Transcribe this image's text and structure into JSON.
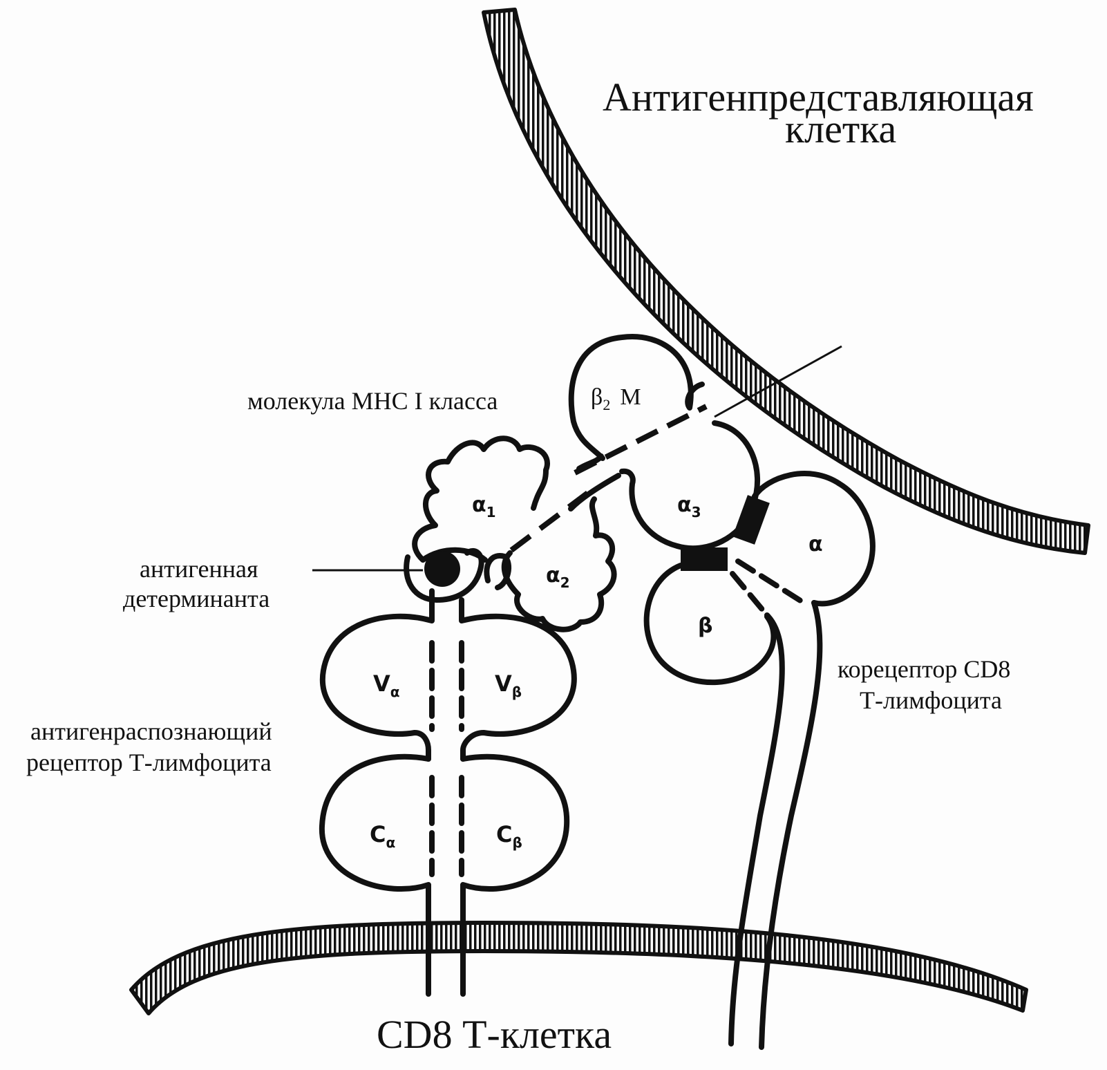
{
  "cells": {
    "apc_title_line1": "Антигенпредставляющая",
    "apc_title_line2": "клетка",
    "tcell_title": "CD8 Т-клетка"
  },
  "labels": {
    "mhc_molecule": "молекула МНС I класса",
    "antigen_line1": "антигенная",
    "antigen_line2": "детерминанта",
    "tcr_line1": "антигенраспознающий",
    "tcr_line2": "рецептор Т-лимфоцита",
    "cd8_line1": "корецептор CD8",
    "cd8_line2": "Т-лимфоцита"
  },
  "domains": {
    "b2m_main": "β",
    "b2m_sub": "2",
    "b2m_suffix": "M",
    "alpha1_main": "α",
    "alpha1_sub": "1",
    "alpha2_main": "α",
    "alpha2_sub": "2",
    "alpha3_main": "α",
    "alpha3_sub": "3",
    "cd8_alpha": "α",
    "cd8_beta": "β",
    "v_alpha_main": "V",
    "v_alpha_sub": "α",
    "v_beta_main": "V",
    "v_beta_sub": "β",
    "c_alpha_main": "C",
    "c_alpha_sub": "α",
    "c_beta_main": "C",
    "c_beta_sub": "β"
  }
}
